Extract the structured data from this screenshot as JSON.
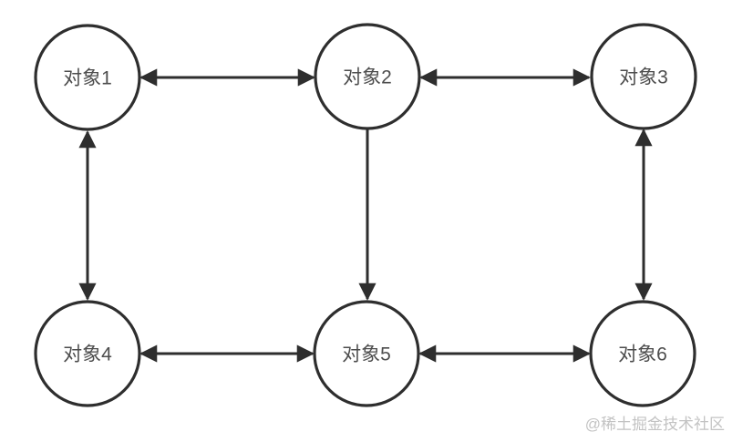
{
  "diagram": {
    "type": "object-relationship-graph",
    "nodes": [
      {
        "id": "n1",
        "label": "对象1"
      },
      {
        "id": "n2",
        "label": "对象2"
      },
      {
        "id": "n3",
        "label": "对象3"
      },
      {
        "id": "n4",
        "label": "对象4"
      },
      {
        "id": "n5",
        "label": "对象5"
      },
      {
        "id": "n6",
        "label": "对象6"
      }
    ],
    "edges": [
      {
        "from": "对象1",
        "to": "对象2",
        "direction": "bidirectional"
      },
      {
        "from": "对象2",
        "to": "对象3",
        "direction": "bidirectional"
      },
      {
        "from": "对象1",
        "to": "对象4",
        "direction": "bidirectional"
      },
      {
        "from": "对象2",
        "to": "对象5",
        "direction": "one-way"
      },
      {
        "from": "对象3",
        "to": "对象6",
        "direction": "bidirectional"
      },
      {
        "from": "对象4",
        "to": "对象5",
        "direction": "bidirectional"
      },
      {
        "from": "对象5",
        "to": "对象6",
        "direction": "bidirectional"
      }
    ],
    "colors": {
      "line": "#2e2e2e",
      "node_fill": "#ffffff",
      "label": "#4d4d4d",
      "background": "#ffffff",
      "watermark": "#c3c3c3"
    }
  },
  "watermark": {
    "text": "@稀土掘金技术社区"
  }
}
